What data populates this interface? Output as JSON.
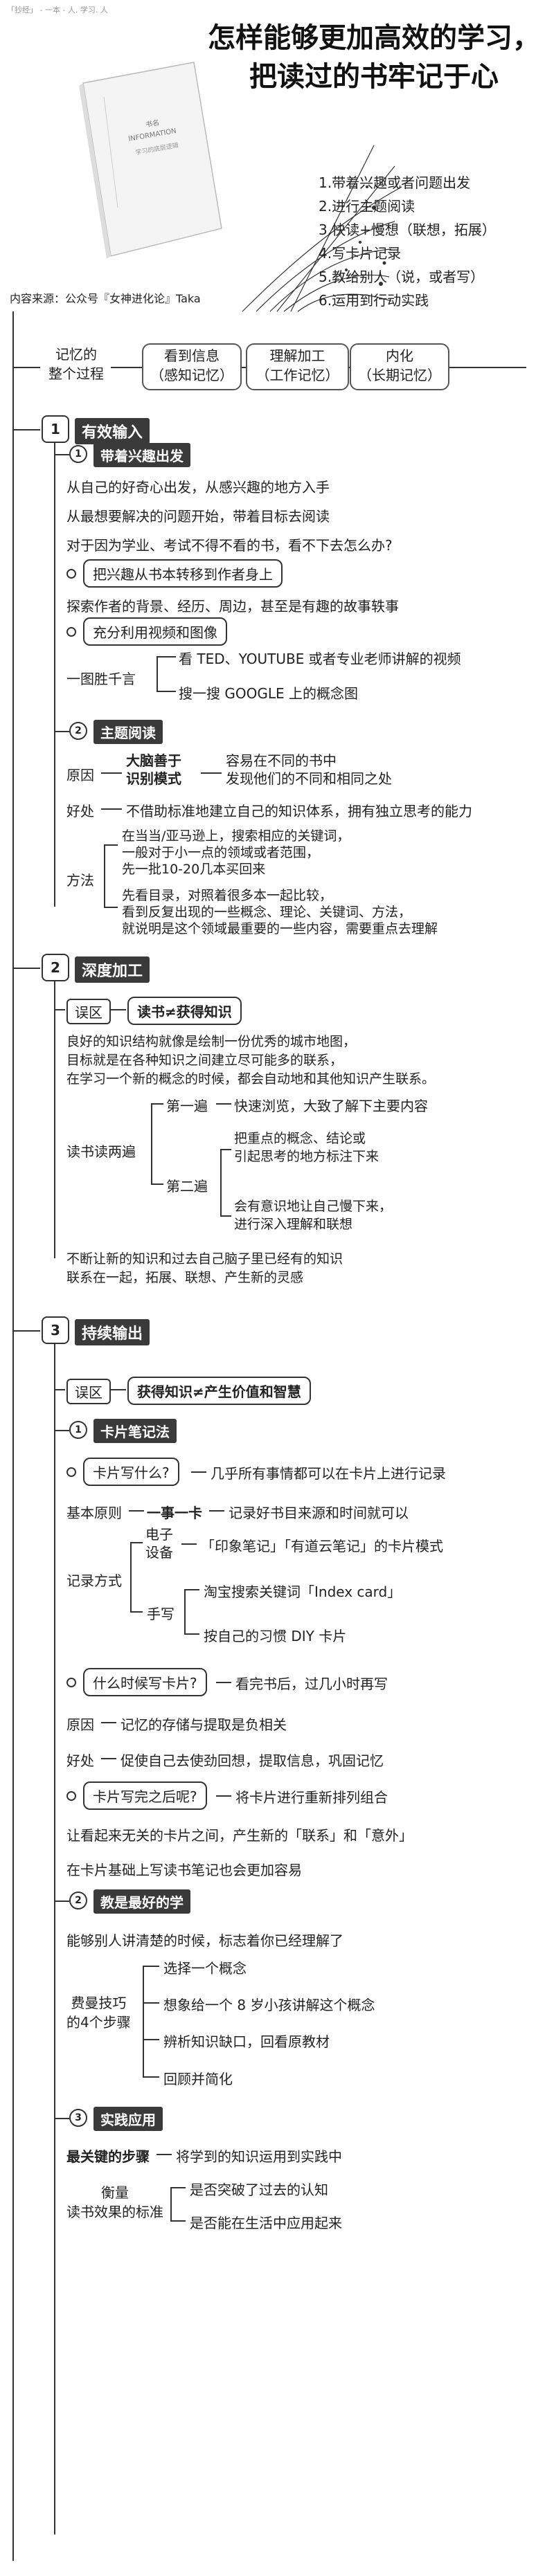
{
  "header": {
    "top_caption": "「抄经」 - 一本 - 人. 学习. 人",
    "title_line1": "怎样能够更加高效的学习，",
    "title_line2": "把读过的书牢记于心",
    "book_cover": {
      "small1": "书名",
      "small2": "INFORMATION",
      "small3": "学习的底层逻辑"
    },
    "steps": [
      "1.带着兴趣或者问题出发",
      "2.进行主题阅读",
      "3.快读+慢想（联想，拓展）",
      "4.写卡片记录",
      "5.教给别人（说，或者写）",
      "6.运用到行动实践"
    ],
    "source": "内容来源：公众号『女神进化论』Taka"
  },
  "memory": {
    "label": "记忆的\n整个过程",
    "boxes": [
      "看到信息\n（感知记忆）",
      "理解加工\n（工作记忆）",
      "内化\n（长期记忆）"
    ]
  },
  "sec1": {
    "num": "1",
    "title": "有效输入",
    "sub1": {
      "num": "1",
      "title": "带着兴趣出发",
      "items": [
        "从自己的好奇心出发，从感兴趣的地方入手",
        "从最想要解决的问题开始，带着目标去阅读",
        "对于因为学业、考试不得不看的书，看不下去怎么办?"
      ],
      "tag1": "把兴趣从书本转移到作者身上",
      "item4": "探索作者的背景、经历、周边，甚至是有趣的故事轶事",
      "tag2": "充分利用视频和图像",
      "pic_label": "一图胜千言",
      "pic_items": [
        "看 TED、YOUTUBE 或者专业老师讲解的视频",
        "搜一搜 GOOGLE 上的概念图"
      ]
    },
    "sub2": {
      "num": "2",
      "title": "主题阅读",
      "reason_label": "原因",
      "reason_mid": "大脑善于\n识别模式",
      "reason_right": "容易在不同的书中\n发现他们的不同和相同之处",
      "benefit_label": "好处",
      "benefit_text": "不借助标准地建立自己的知识体系，拥有独立思考的能力",
      "method_label": "方法",
      "method_items": [
        "在当当/亚马逊上，搜索相应的关键词，\n一般对于小一点的领域或者范围，\n先一批10-20几本买回来",
        "先看目录，对照着很多本一起比较，\n看到反复出现的一些概念、理论、关键词、方法，\n就说明是这个领域最重要的一些内容，需要重点去理解"
      ]
    }
  },
  "sec2": {
    "num": "2",
    "title": "深度加工",
    "misc_label": "误区",
    "misc_text": "读书≠获得知识",
    "para": "良好的知识结构就像是绘制一份优秀的城市地图，\n目标就是在各种知识之间建立尽可能多的联系，\n在学习一个新的概念的时候，都会自动地和其他知识产生联系。",
    "two_label": "读书读两遍",
    "first_label": "第一遍",
    "first_text": "快速浏览，大致了解下主要内容",
    "second_label": "第二遍",
    "second_items": [
      "把重点的概念、结论或\n引起思考的地方标注下来",
      "会有意识地让自己慢下来，\n进行深入理解和联想"
    ],
    "conclusion": "不断让新的知识和过去自己脑子里已经有的知识\n联系在一起，拓展、联想、产生新的灵感"
  },
  "sec3": {
    "num": "3",
    "title": "持续输出",
    "misc_label": "误区",
    "misc_text": "获得知识≠产生价值和智慧",
    "sub1": {
      "num": "1",
      "title": "卡片笔记法",
      "q1": "卡片写什么?",
      "a1": "几乎所有事情都可以在卡片上进行记录",
      "basic_label": "基本原则",
      "basic_mid": "一事一卡",
      "basic_right": "记录好书目来源和时间就可以",
      "way_label": "记录方式",
      "digital_label": "电子\n设备",
      "digital_text": "「印象笔记」「有道云笔记」的卡片模式",
      "hand_label": "手写",
      "hand_items": [
        "淘宝搜索关键词「Index card」",
        "按自己的习惯 DIY 卡片"
      ],
      "q2": "什么时候写卡片?",
      "a2": "看完书后，过几小时再写",
      "reason_label": "原因",
      "reason_text": "记忆的存储与提取是负相关",
      "benefit_label": "好处",
      "benefit_text": "促使自己去使劲回想，提取信息，巩固记忆",
      "q3": "卡片写完之后呢?",
      "a3": "将卡片进行重新排列组合",
      "link_text": "让看起来无关的卡片之间，产生新的「联系」和「意外」",
      "note_text": "在卡片基础上写读书笔记也会更加容易"
    },
    "sub2": {
      "num": "2",
      "title": "教是最好的学",
      "text": "能够别人讲清楚的时候，标志着你已经理解了",
      "feynman_label": "费曼技巧\n的4个步骤",
      "steps": [
        "选择一个概念",
        "想象给一个 8 岁小孩讲解这个概念",
        "辨析知识缺口，回看原教材",
        "回顾并简化"
      ]
    },
    "sub3": {
      "num": "3",
      "title": "实践应用",
      "key_label": "最关键的步骤",
      "key_text": "将学到的知识运用到实践中",
      "measure_label": "衡量\n读书效果的标准",
      "measure_items": [
        "是否突破了过去的认知",
        "是否能在生活中应用起来"
      ]
    }
  }
}
